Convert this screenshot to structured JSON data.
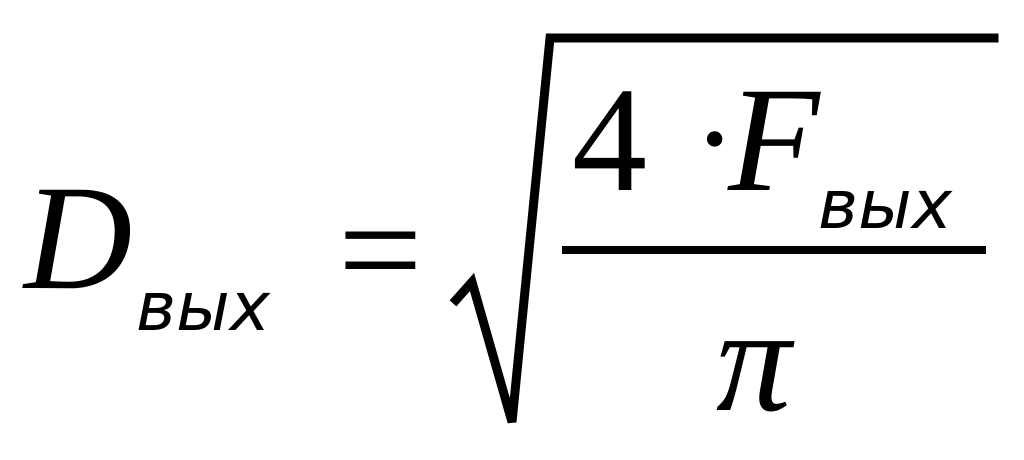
{
  "formula": {
    "lhs_symbol": "D",
    "lhs_subscript": "вых",
    "equals": "=",
    "numerator_coefficient": "4",
    "numerator_dot": "·",
    "numerator_symbol": "F",
    "numerator_subscript": "вых",
    "denominator": "π",
    "colors": {
      "ink": "#000000",
      "background": "#ffffff"
    }
  }
}
